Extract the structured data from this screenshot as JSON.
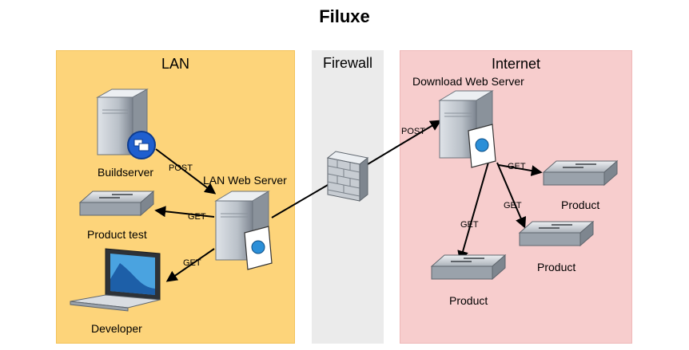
{
  "title": "Filuxe",
  "zones": {
    "lan": "LAN",
    "firewall": "Firewall",
    "internet": "Internet"
  },
  "nodes": {
    "buildserver": "Buildserver",
    "lan_web_server": "LAN Web Server",
    "product_test": "Product test",
    "developer": "Developer",
    "download_web_server": "Download Web Server",
    "product_1": "Product",
    "product_2": "Product",
    "product_3": "Product"
  },
  "edges": {
    "build_to_lan": "POST",
    "lan_to_product_test": "GET",
    "lan_to_developer": "GET",
    "lan_to_download": "POST",
    "download_to_product_1": "GET",
    "download_to_product_2": "GET",
    "download_to_product_3": "GET"
  },
  "colors": {
    "lan": "#fdd47a",
    "firewall": "#ebebeb",
    "internet": "#f7cdcd"
  }
}
